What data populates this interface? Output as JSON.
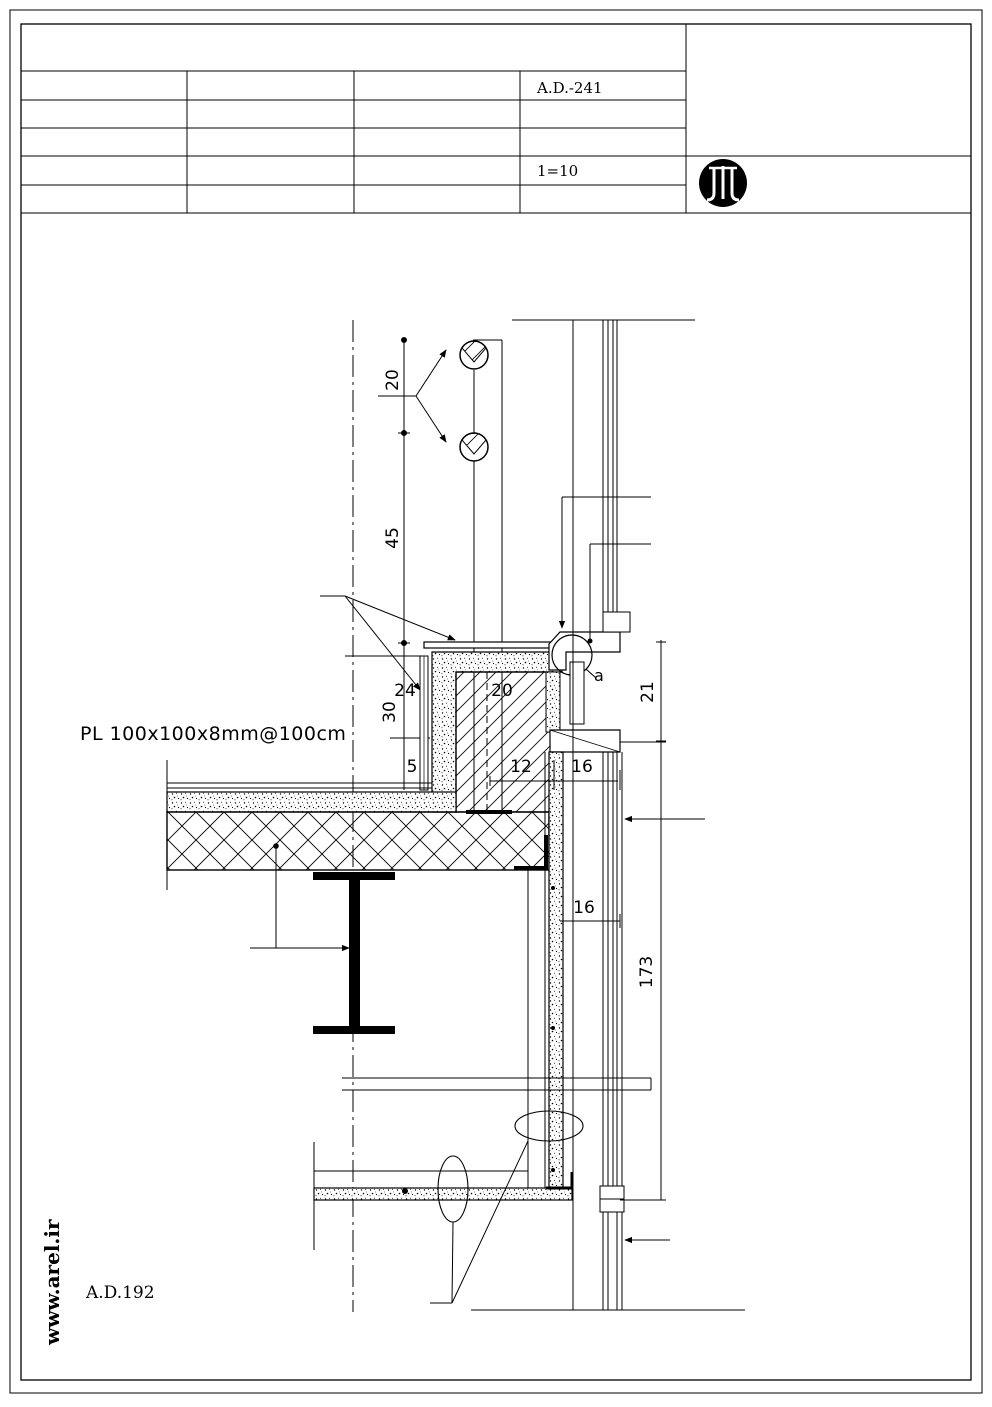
{
  "title_block": {
    "drawing_code": "A.D.-241",
    "scale": "1=10"
  },
  "annotations": {
    "plate_note": "PL 100x100x8mm@100cm",
    "detail_marker": "a",
    "reference_code": "A.D.192",
    "website": "www.arel.ir"
  },
  "dimensions": {
    "d20_top": "20",
    "d45": "45",
    "d24": "24",
    "d20_mid": "20",
    "d30": "30",
    "d5": "5",
    "d12": "12",
    "d16_top": "16",
    "d21": "21",
    "d16_low": "16",
    "d173": "173"
  }
}
